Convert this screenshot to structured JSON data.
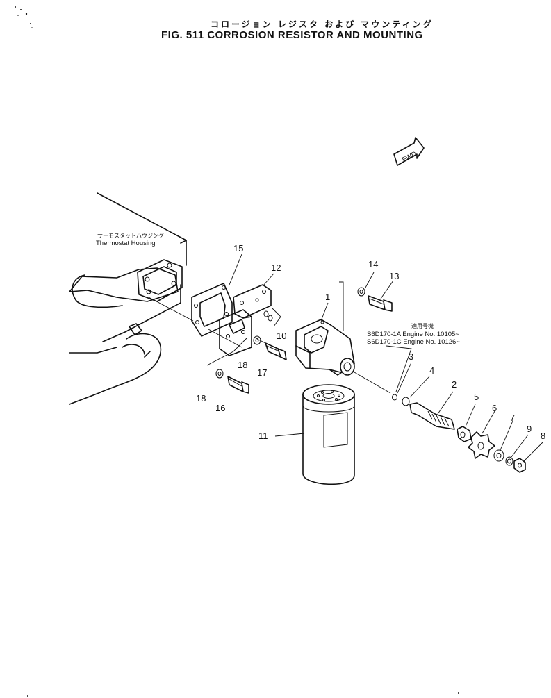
{
  "title": {
    "japanese": "コロージョン レジスタ および マウンティング",
    "english": "FIG. 511  CORROSION RESISTOR AND MOUNTING"
  },
  "fwd_label": "FWD",
  "thermostat_housing": {
    "japanese": "サーモスタットハウジング",
    "english": "Thermostat Housing"
  },
  "serial_note": {
    "japanese": "適用号機",
    "lines": [
      "S6D170-1A Engine No. 10105~",
      "S6D170-1C Engine No. 10126~"
    ]
  },
  "callouts": [
    "1",
    "2",
    "3",
    "4",
    "5",
    "6",
    "7",
    "8",
    "9",
    "10",
    "11",
    "12",
    "13",
    "14",
    "15",
    "16",
    "17",
    "18",
    "18"
  ]
}
